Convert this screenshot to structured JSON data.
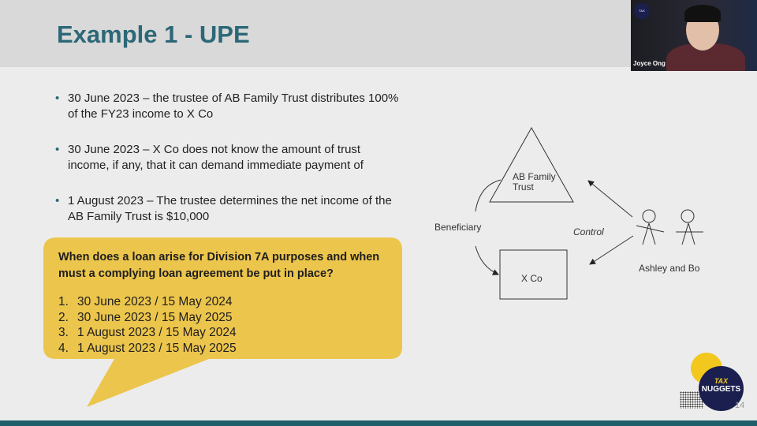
{
  "slide": {
    "title": "Example 1 - UPE",
    "bullets": [
      "30 June 2023 – the trustee of AB Family Trust distributes 100% of the FY23 income to X Co",
      "30 June 2023 – X Co does not know the amount of trust income, if any, that it can demand immediate payment of",
      "1 August 2023 – The trustee determines the net income of the AB Family Trust is $10,000"
    ],
    "callout": {
      "question": "When does a loan arise for Division 7A purposes and when must a complying loan agreement be put in place?",
      "options": [
        {
          "num": "1.",
          "text": "30 June 2023 / 15 May 2024"
        },
        {
          "num": "2.",
          "text": "30 June 2023 / 15 May 2025"
        },
        {
          "num": "3.",
          "text": "1 August 2023 / 15 May 2024"
        },
        {
          "num": "4.",
          "text": "1 August 2023 / 15 May 2025"
        }
      ],
      "color": "#ecc54c"
    },
    "diagram": {
      "trust_line1": "AB Family",
      "trust_line2": "Trust",
      "company": "X Co",
      "beneficiary": "Beneficiary",
      "control": "Control",
      "people": "Ashley and Bo"
    },
    "page_number": "14",
    "logo": {
      "line1": "TAX",
      "line2": "NUGGETS"
    },
    "colors": {
      "title": "#2c6877",
      "footer": "#1f5f6b",
      "header": "#d9d9d9"
    }
  },
  "webcam": {
    "participant_name": "Joyce Ong"
  }
}
